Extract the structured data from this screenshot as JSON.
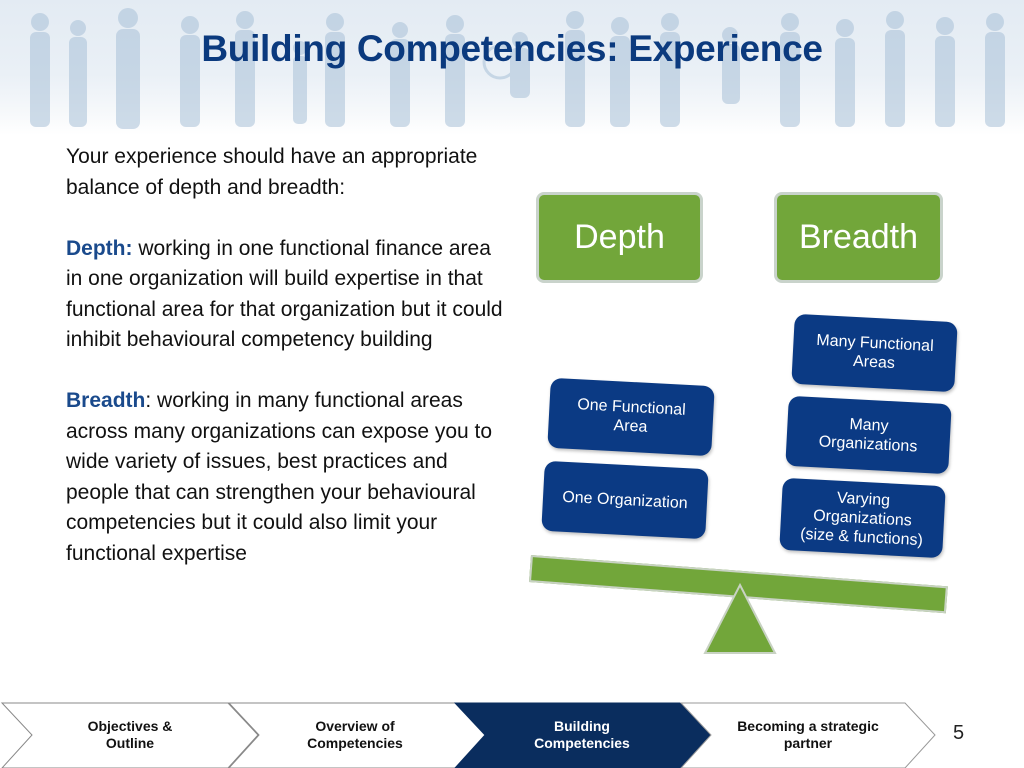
{
  "slide": {
    "title": "Building Competencies: Experience",
    "page_number": "5"
  },
  "body": {
    "intro": "Your experience should have an appropriate balance of depth and breadth:",
    "depth_label": "Depth:",
    "depth_text": " working in one functional finance area in one organization will build expertise in that functional area for that organization but it could inhibit behavioural competency building",
    "breadth_label": "Breadth",
    "breadth_text": ": working in many functional areas across many organizations can expose you to wide variety of issues, best practices and people that can strengthen your behavioural competencies but it could also limit your functional expertise"
  },
  "diagram": {
    "headers": {
      "depth": "Depth",
      "breadth": "Breadth"
    },
    "depth_boxes": [
      {
        "line1": "One Functional",
        "line2": "Area"
      },
      {
        "line1": "One Organization",
        "line2": ""
      }
    ],
    "breadth_boxes": [
      {
        "line1": "Many Functional",
        "line2": "Areas",
        "line3": ""
      },
      {
        "line1": "Many",
        "line2": "Organizations",
        "line3": ""
      },
      {
        "line1": "Varying",
        "line2": "Organizations",
        "line3": "(size & functions)"
      }
    ],
    "colors": {
      "green": "#72a63a",
      "blue": "#0b3a84",
      "title": "#0b3a7e",
      "nav_active": "#0a2d5e"
    }
  },
  "nav": {
    "steps": [
      {
        "line1": "Objectives &",
        "line2": "Outline",
        "active": false
      },
      {
        "line1": "Overview of",
        "line2": "Competencies",
        "active": false
      },
      {
        "line1": "Building",
        "line2": "Competencies",
        "active": true
      },
      {
        "line1": "Becoming a strategic",
        "line2": "partner",
        "active": false
      }
    ]
  }
}
